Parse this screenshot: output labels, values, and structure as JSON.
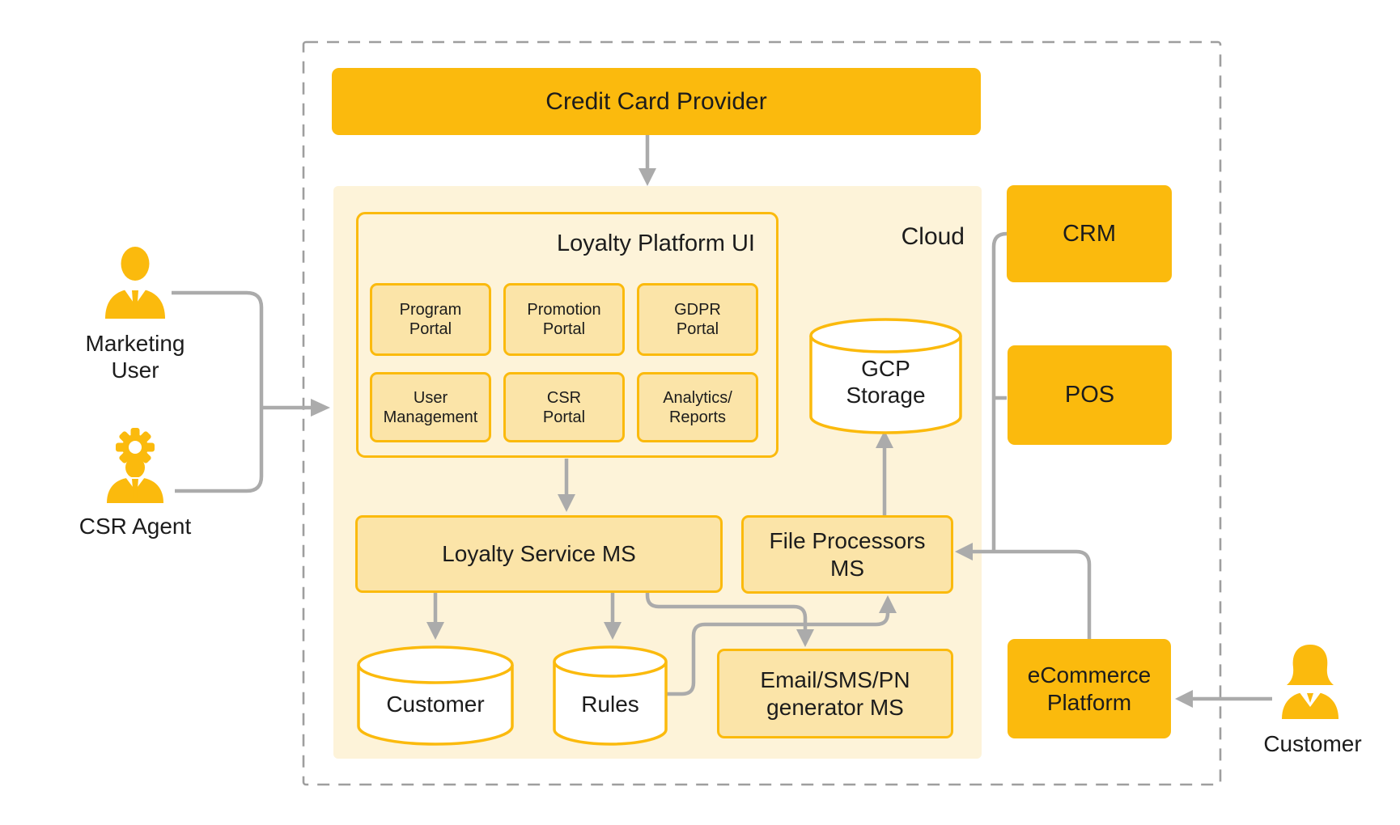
{
  "actors": {
    "marketing_user": {
      "label": "Marketing\nUser",
      "icon": "person-icon"
    },
    "csr_agent": {
      "label": "CSR Agent",
      "icon": "person-gear-icon"
    },
    "customer": {
      "label": "Customer",
      "icon": "person-female-icon"
    }
  },
  "external_systems": {
    "credit_card_provider": "Credit Card Provider",
    "crm": "CRM",
    "pos": "POS",
    "ecommerce": "eCommerce\nPlatform"
  },
  "cloud": {
    "label": "Cloud",
    "loyalty_platform_ui": {
      "title": "Loyalty Platform UI",
      "portals": [
        "Program\nPortal",
        "Promotion\nPortal",
        "GDPR\nPortal",
        "User\nManagement",
        "CSR\nPortal",
        "Analytics/\nReports"
      ]
    },
    "microservices": {
      "loyalty_service": "Loyalty Service MS",
      "file_processors": "File Processors\nMS",
      "email_generator": "Email/SMS/PN\ngenerator MS"
    },
    "datastores": {
      "gcp_storage": "GCP\nStorage",
      "customer_db": "Customer",
      "rules_db": "Rules"
    }
  },
  "colors": {
    "accent": "#FBBA0D",
    "cloud_fill": "#FDF3D9",
    "service_fill": "#FBE4A8",
    "connector_gray": "#ABABAB",
    "boundary_dash_gray": "#9E9E9E",
    "text": "#1C1C1C",
    "datastore_fill": "#FFFFFF"
  }
}
